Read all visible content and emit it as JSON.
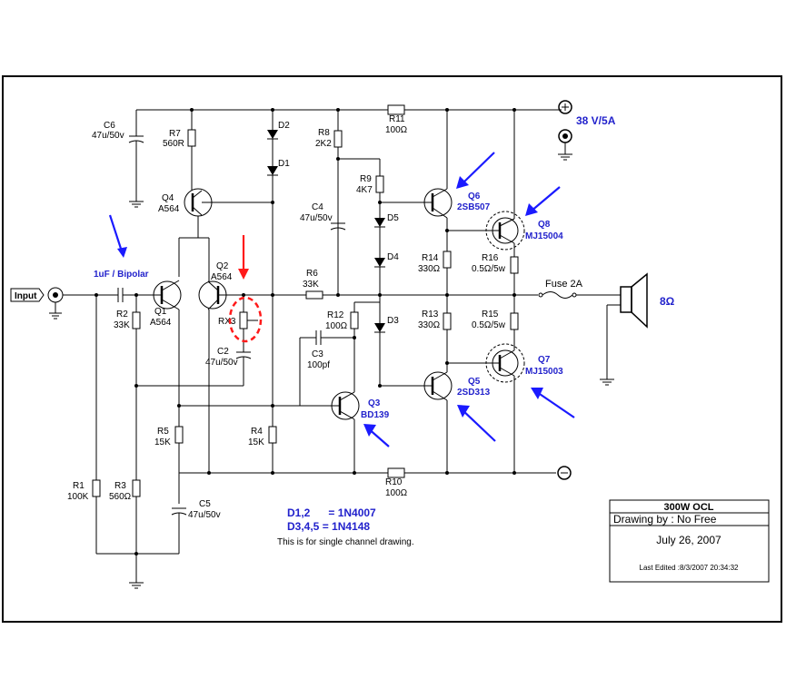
{
  "supply": {
    "pos": "+",
    "rating": "38 V/5A",
    "neg": "−"
  },
  "input_label": "Input",
  "speaker": {
    "fuse": "Fuse 2A",
    "impedance": "8Ω"
  },
  "cap_note": "1uF / Bipolar",
  "components": {
    "C6": [
      "C6",
      "47u/50v"
    ],
    "R7": [
      "R7",
      "560R"
    ],
    "D2": "D2",
    "D1": "D1",
    "R8": [
      "R8",
      "2K2"
    ],
    "R11": [
      "R11",
      "100Ω"
    ],
    "R9": [
      "R9",
      "4K7"
    ],
    "C4": [
      "C4",
      "47u/50v"
    ],
    "D5": "D5",
    "D4": "D4",
    "Q4": [
      "Q4",
      "A564"
    ],
    "Q6": [
      "Q6",
      "2SB507"
    ],
    "Q8": [
      "Q8",
      "MJ15004"
    ],
    "R14": [
      "R14",
      "330Ω"
    ],
    "R16": [
      "R16",
      "0.5Ω/5w"
    ],
    "Q2": [
      "Q2",
      "A564"
    ],
    "Q1": [
      "Q1",
      "A564"
    ],
    "R2": [
      "R2",
      "33K"
    ],
    "RX3": "RX3",
    "C2": [
      "C2",
      "47u/50v"
    ],
    "R6": [
      "R6",
      "33K"
    ],
    "R12": [
      "R12",
      "100Ω"
    ],
    "D3": "D3",
    "R13": [
      "R13",
      "330Ω"
    ],
    "R15": [
      "R15",
      "0.5Ω/5w"
    ],
    "C3": [
      "C3",
      "100pf"
    ],
    "Q7": [
      "Q7",
      "MJ15003"
    ],
    "Q5": [
      "Q5",
      "2SD313"
    ],
    "Q3": [
      "Q3",
      "BD139"
    ],
    "R5": [
      "R5",
      "15K"
    ],
    "R4": [
      "R4",
      "15K"
    ],
    "R1": [
      "R1",
      "100K"
    ],
    "R3": [
      "R3",
      "560Ω"
    ],
    "C5": [
      "C5",
      "47u/50v"
    ],
    "R10": [
      "R10",
      "100Ω"
    ]
  },
  "notes": {
    "diodes_1": "D1,2      = 1N4007",
    "diodes_2": "D3,4,5 = 1N4148",
    "single": "This is for single channel drawing."
  },
  "title_block": {
    "title": "300W OCL",
    "drawn_by": "Drawing by : No Free",
    "date": "July 26, 2007",
    "edited": "Last Edited :8/3/2007 20:34:32"
  }
}
